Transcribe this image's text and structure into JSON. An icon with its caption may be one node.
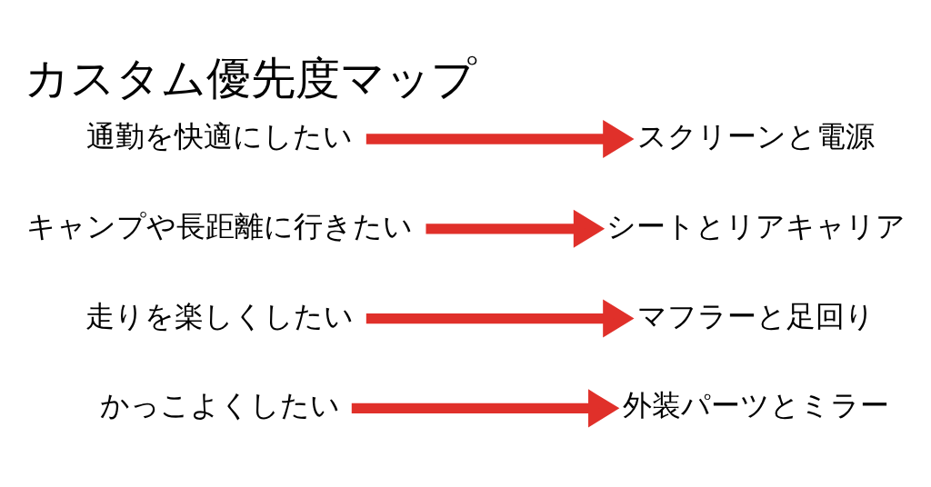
{
  "diagram": {
    "title": "カスタム優先度マップ",
    "nodes": [
      {
        "text": [
          "通勤を快適にしたい"
        ]
      },
      {
        "text": [
          "スクリーンと電源"
        ]
      },
      {
        "text": [
          "キャンプや長距離に行きたい"
        ]
      },
      {
        "text": [
          "シートとリアキャリア"
        ]
      },
      {
        "text": [
          "走りを楽しくしたい"
        ]
      },
      {
        "text": [
          "マフラーと足回り"
        ]
      },
      {
        "text": [
          "かっこよくしたい"
        ]
      },
      {
        "text": [
          "外装パーツとミラー"
        ]
      }
    ],
    "edges": [
      {
        "from": 0,
        "to": 1,
        "arrow": "to"
      },
      {
        "from": 2,
        "to": 3,
        "arrow": "to"
      },
      {
        "from": 4,
        "to": 5,
        "arrow": "to"
      },
      {
        "from": 6,
        "to": 7,
        "arrow": "to"
      }
    ]
  }
}
